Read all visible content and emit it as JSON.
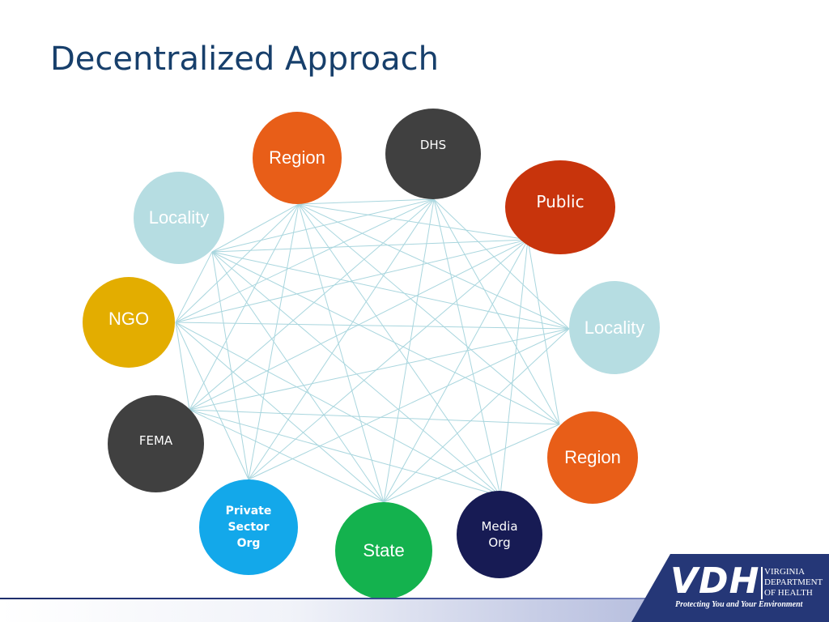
{
  "title": "Decentralized Approach",
  "nodes": [
    {
      "id": "region-top",
      "label": "Region",
      "fill": "#e85e18",
      "text_color": "#ffffff"
    },
    {
      "id": "dhs",
      "label": "DHS",
      "fill": "#404040",
      "text_color": "#ffffff"
    },
    {
      "id": "public",
      "label": "Public",
      "fill": "#c8340c",
      "text_color": "#ffffff"
    },
    {
      "id": "locality-right",
      "label": "Locality",
      "fill": "#b6dde2",
      "text_color": "#ffffff"
    },
    {
      "id": "region-right",
      "label": "Region",
      "fill": "#e85e18",
      "text_color": "#ffffff"
    },
    {
      "id": "media-org",
      "label": "Media\nOrg",
      "fill": "#171b54",
      "text_color": "#ffffff"
    },
    {
      "id": "state",
      "label": "State",
      "fill": "#14b24e",
      "text_color": "#ffffff"
    },
    {
      "id": "private-sector-org",
      "label": "Private\nSector\nOrg",
      "fill": "#13a8ea",
      "text_color": "#ffffff"
    },
    {
      "id": "fema",
      "label": "FEMA",
      "fill": "#404040",
      "text_color": "#ffffff"
    },
    {
      "id": "ngo",
      "label": "NGO",
      "fill": "#e3ad00",
      "text_color": "#ffffff"
    },
    {
      "id": "locality-left",
      "label": "Locality",
      "fill": "#b6dde2",
      "text_color": "#ffffff"
    }
  ],
  "edge_color": "#a9d6de",
  "logo": {
    "mark": "VDH",
    "words": [
      "VIRGINIA",
      "DEPARTMENT",
      "OF HEALTH"
    ],
    "tagline": "Protecting You and Your Environment",
    "color": "#253777"
  }
}
